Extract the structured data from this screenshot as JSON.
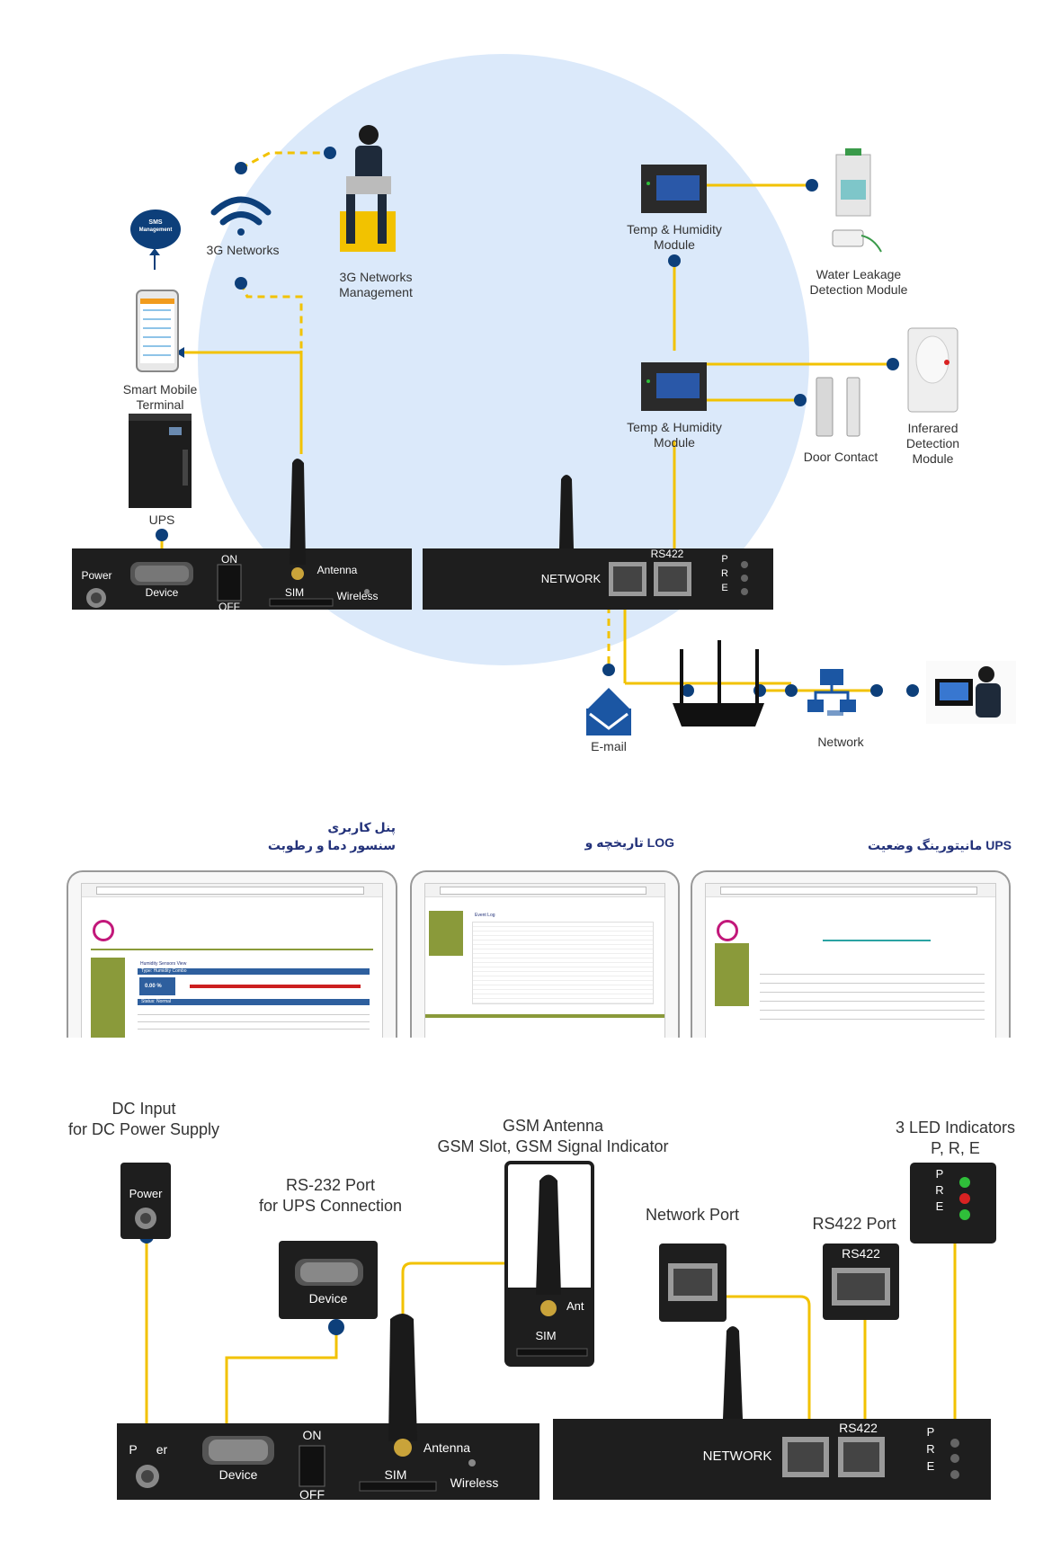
{
  "diagram": {
    "labels": {
      "networks_3g": "3G Networks",
      "sms_line1": "SMS",
      "sms_line2": "Management",
      "mgmt_line1": "3G Networks",
      "mgmt_line2": "Management",
      "smart_line1": "Smart Mobile",
      "smart_line2": "Terminal",
      "ups": "UPS",
      "temp1_line1": "Temp & Humidity",
      "temp1_line2": "Module",
      "temp2_line1": "Temp & Humidity",
      "temp2_line2": "Module",
      "water_line1": "Water Leakage",
      "water_line2": "Detection Module",
      "door": "Door Contact",
      "ir_line1": "Inferared",
      "ir_line2": "Detection",
      "ir_line3": "Module",
      "email": "E-mail",
      "network": "Network"
    },
    "device_left": {
      "power": "Power",
      "device": "Device",
      "on": "ON",
      "off": "OFF",
      "antenna": "Antenna",
      "sim": "SIM",
      "wireless": "Wireless"
    },
    "device_right": {
      "network": "NETWORK",
      "rs422": "RS422",
      "p": "P",
      "r": "R",
      "e": "E"
    }
  },
  "screens": {
    "titles": {
      "panel_line1": "پنل کاربری",
      "panel_line2": "سنسور دما و رطوبت",
      "log": "تاریخچه و LOG",
      "ups": "مانیتورینگ وضعیت UPS"
    },
    "panel": {
      "sensor_view": "Humidity Sensors View",
      "type": "Type: Humidity Combo",
      "value": "0.00 %",
      "status": "Status: Normal"
    },
    "log": {
      "heading": "Event Log"
    }
  },
  "ports": {
    "dc_line1": "DC Input",
    "dc_line2": "for DC Power Supply",
    "rs232_line1": "RS-232 Port",
    "rs232_line2": "for UPS Connection",
    "gsm_line1": "GSM Antenna",
    "gsm_line2": "GSM Slot, GSM Signal Indicator",
    "led_line1": "3 LED Indicators",
    "led_line2": "P, R, E",
    "network_port": "Network Port",
    "rs422_port": "RS422 Port",
    "power": "Power",
    "device": "Device",
    "antenna_cut": "Ant",
    "sim": "SIM",
    "rs422": "RS422",
    "p": "P",
    "r": "R",
    "e": "E",
    "bottom_left": {
      "power_cut": "P",
      "power_cut2": "er",
      "device": "Device",
      "on": "ON",
      "off": "OFF",
      "antenna": "Antenna",
      "sim": "SIM",
      "wireless": "Wireless"
    },
    "bottom_right": {
      "network": "NETWORK",
      "rs422": "RS422",
      "p": "P",
      "r": "R",
      "e": "E"
    }
  },
  "colors": {
    "accent_line": "#f2c200",
    "dot": "#0d3f7a",
    "circle_bg": "#dbe9fa",
    "device_body": "#1e1e1e",
    "led_green": "#2fbf3a",
    "led_red": "#d92222"
  }
}
